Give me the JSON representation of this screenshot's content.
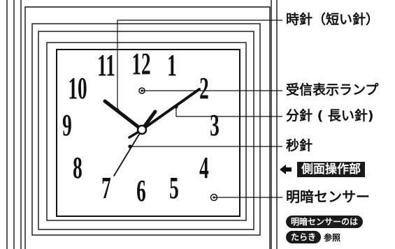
{
  "dial": {
    "numerals": [
      "12",
      "1",
      "2",
      "3",
      "4",
      "5",
      "6",
      "7",
      "8",
      "9",
      "10",
      "11"
    ]
  },
  "callouts": {
    "hour_hand": "時針（短い針）",
    "receiver_lamp": "受信表示ランプ",
    "minute_hand": "分針 ( 長い針)",
    "second_hand": "秒針",
    "light_sensor": "明暗センサー"
  },
  "side_panel": {
    "label": "側面操作部"
  },
  "reference": {
    "line1": "明暗センサーのは",
    "line2_pill": "たらき",
    "line2_suffix": "参照"
  },
  "colors": {
    "ink": "#111111",
    "background": "#ffffff"
  }
}
